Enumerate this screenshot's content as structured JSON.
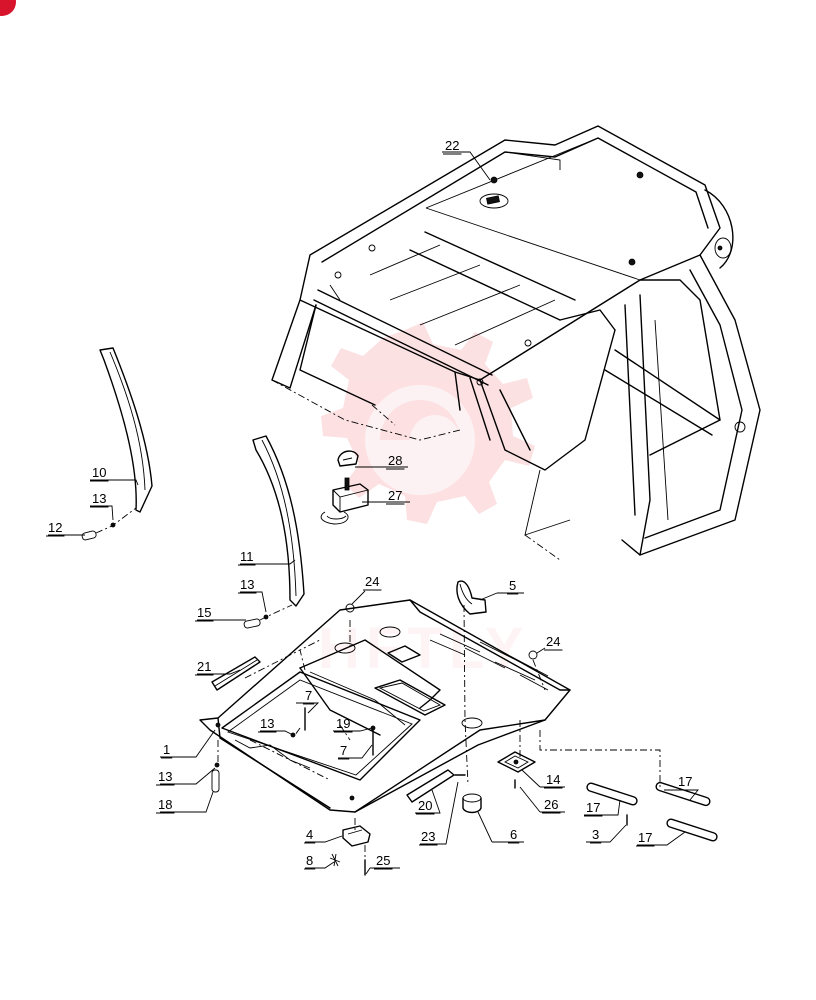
{
  "diagram": {
    "corner_badge_color": "#d8142c",
    "watermark": {
      "color": "#f05a62"
    },
    "callouts": [
      {
        "id": "c22",
        "label": "22"
      },
      {
        "id": "c5",
        "label": "5"
      },
      {
        "id": "c28",
        "label": "28"
      },
      {
        "id": "c27",
        "label": "27"
      },
      {
        "id": "c10",
        "label": "10"
      },
      {
        "id": "c13a",
        "label": "13"
      },
      {
        "id": "c12",
        "label": "12"
      },
      {
        "id": "c11",
        "label": "11"
      },
      {
        "id": "c13b",
        "label": "13"
      },
      {
        "id": "c15",
        "label": "15"
      },
      {
        "id": "c24a",
        "label": "24"
      },
      {
        "id": "c24b",
        "label": "24"
      },
      {
        "id": "c21",
        "label": "21"
      },
      {
        "id": "c7a",
        "label": "7"
      },
      {
        "id": "c13c",
        "label": "13"
      },
      {
        "id": "c19",
        "label": "19"
      },
      {
        "id": "c7b",
        "label": "7"
      },
      {
        "id": "c1",
        "label": "1"
      },
      {
        "id": "c13d",
        "label": "13"
      },
      {
        "id": "c18",
        "label": "18"
      },
      {
        "id": "c14",
        "label": "14"
      },
      {
        "id": "c26",
        "label": "26"
      },
      {
        "id": "c17a",
        "label": "17"
      },
      {
        "id": "c17b",
        "label": "17"
      },
      {
        "id": "c17c",
        "label": "17"
      },
      {
        "id": "c3",
        "label": "3"
      },
      {
        "id": "c20",
        "label": "20"
      },
      {
        "id": "c23",
        "label": "23"
      },
      {
        "id": "c6",
        "label": "6"
      },
      {
        "id": "c4",
        "label": "4"
      },
      {
        "id": "c8",
        "label": "8"
      },
      {
        "id": "c25",
        "label": "25"
      }
    ]
  }
}
